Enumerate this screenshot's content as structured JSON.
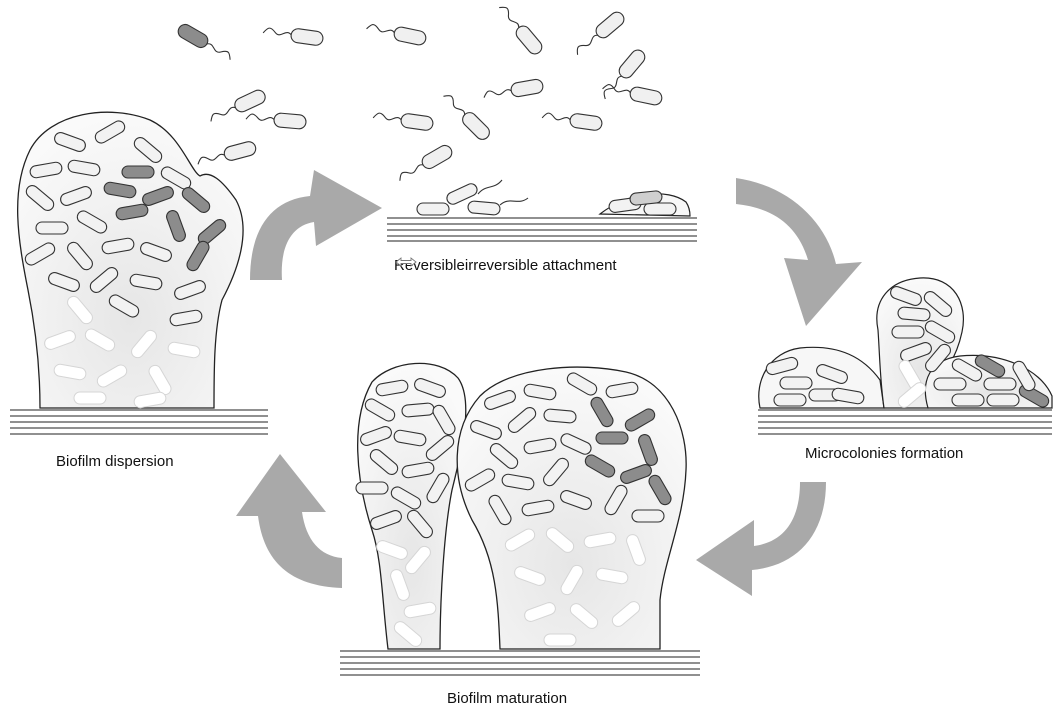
{
  "stages": {
    "attachment": {
      "label_left": "Reversible",
      "label_right": "irreversible attachment",
      "connector": "double-arrow"
    },
    "microcolonies": {
      "label": "Microcolonies formation"
    },
    "maturation": {
      "label": "Biofilm maturation"
    },
    "dispersion": {
      "label": "Biofilm dispersion"
    }
  },
  "colors": {
    "cycle_arrow": "#a9a9a9",
    "cell_light": "#f2f2f2",
    "cell_mid": "#c8c8c8",
    "cell_dark": "#8a8a8a",
    "outline": "#222222"
  }
}
